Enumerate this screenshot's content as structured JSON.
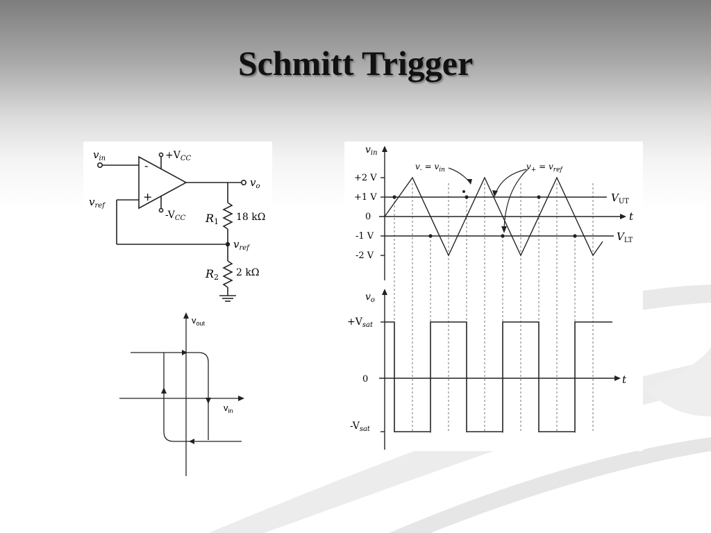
{
  "slide": {
    "title": "Schmitt Trigger"
  },
  "circuit": {
    "vin": "v",
    "vin_sub": "in",
    "minus": "-",
    "plus": "+",
    "vcc_pos": "+V",
    "vcc_pos_sub": "CC",
    "vcc_neg": "-V",
    "vcc_neg_sub": "CC",
    "vo": "v",
    "vo_sub": "o",
    "vref": "v",
    "vref_sub": "ref",
    "vref_node": "v",
    "vref_node_sub": "ref",
    "r1": "R",
    "r1_sub": "1",
    "r1_value": "18 kΩ",
    "r2": "R",
    "r2_sub": "2",
    "r2_value": "2 kΩ"
  },
  "hysteresis": {
    "yaxis": "v",
    "yaxis_sub": "out",
    "xaxis": "v",
    "xaxis_sub": "in"
  },
  "waveforms": {
    "top_yaxis": "v",
    "top_yaxis_sub": "in",
    "tick_p2": "+2 V",
    "tick_p1": "+1 V",
    "tick_0": "0",
    "tick_m1": "-1 V",
    "tick_m2": "-2 V",
    "annot_vminus": "v",
    "annot_vminus_sub": "-",
    "annot_vminus_eq": " = v",
    "annot_vminus_eq_sub": "in",
    "annot_vplus": "v",
    "annot_vplus_sub": "+",
    "annot_vplus_eq": " = v",
    "annot_vplus_eq_sub": "ref",
    "vut": "V",
    "vut_sub": "UT",
    "vlt": "V",
    "vlt_sub": "LT",
    "t_label_top": "t",
    "bottom_yaxis": "v",
    "bottom_yaxis_sub": "o",
    "vsat_pos": "+V",
    "vsat_pos_sub": "sat",
    "bottom_zero": "0",
    "vsat_neg": "-V",
    "vsat_neg_sub": "sat",
    "t_label_bottom": "t"
  }
}
